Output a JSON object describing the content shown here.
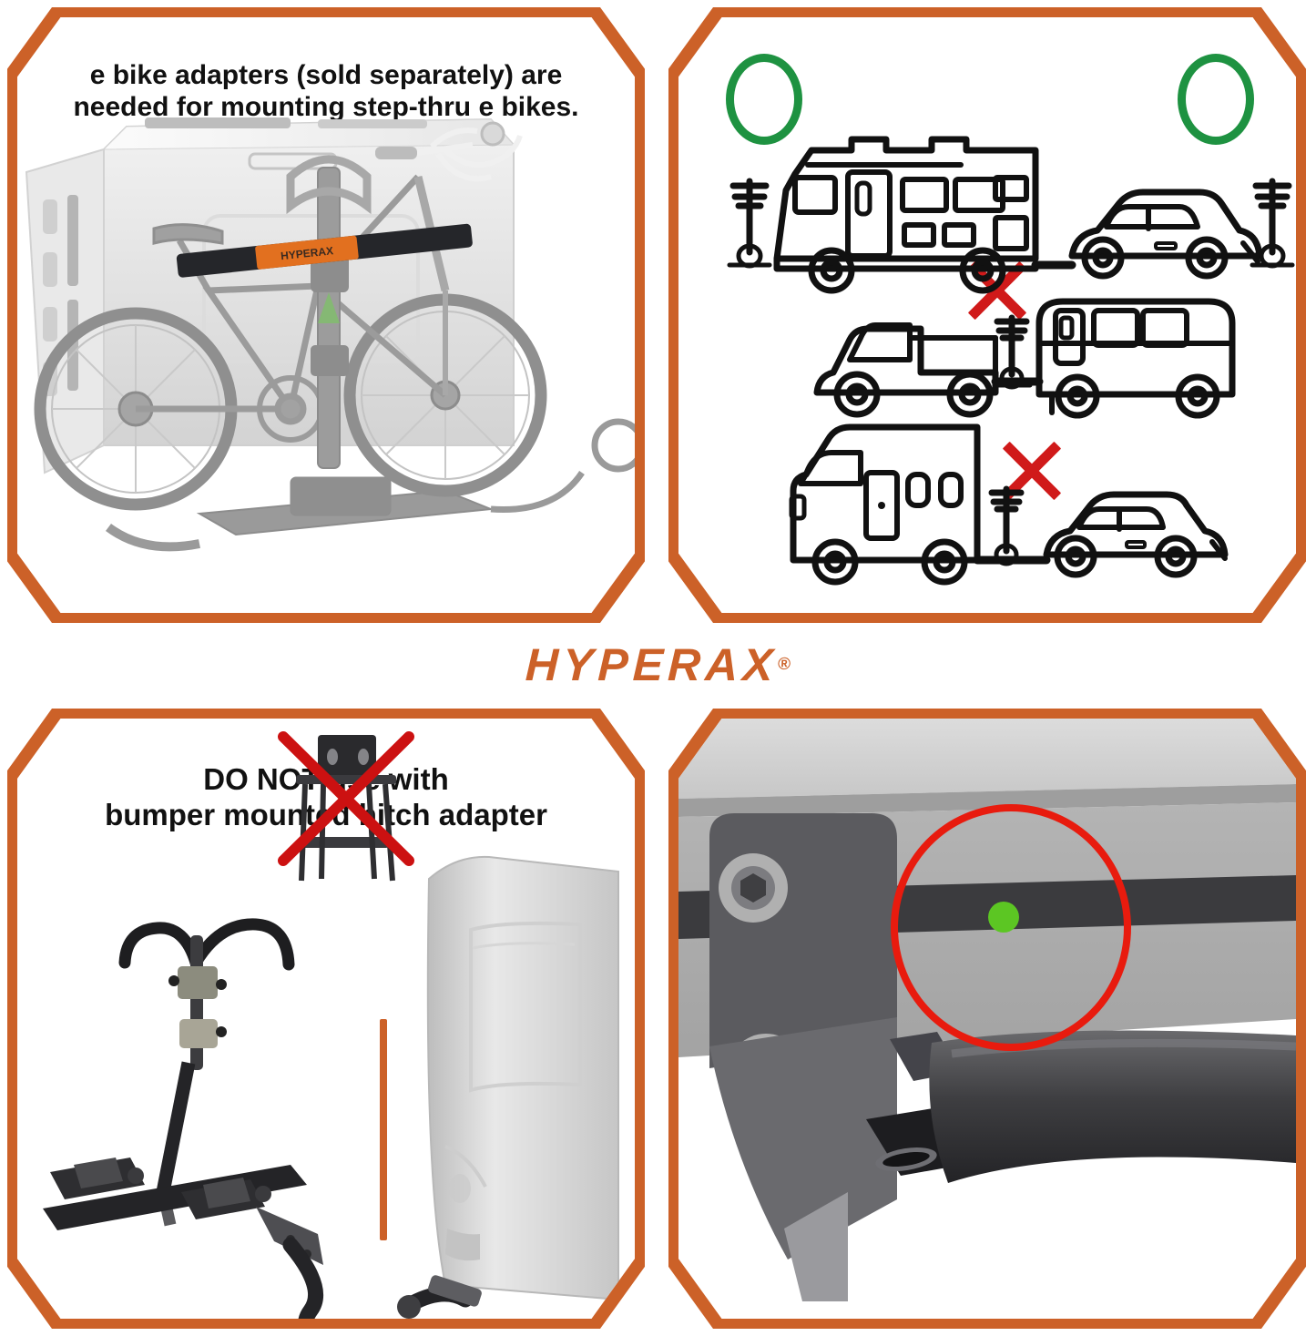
{
  "brand": {
    "name": "HYPERAX",
    "trademark": "®"
  },
  "panels": {
    "top_left": {
      "name": "ebike-adapter-panel",
      "caption": "e bike adapters (sold separately) are needed for mounting step-thru e bikes.",
      "caption_line1": "e bike adapters (sold separately) are",
      "caption_line2": "needed for mounting step-thru e bikes.",
      "scene": "mountain-bike-on-hitch-rack-behind-rv",
      "adapter_bar_label": "HYPERAX",
      "border_color": "#CC6128"
    },
    "top_right": {
      "name": "towing-compatibility-panel",
      "scene": "towing-configuration-diagrams",
      "rows": [
        {
          "label": "rv-towing-car",
          "verdict": "allowed",
          "mark": "green-circle",
          "vehicles": [
            "motorhome-rv",
            "towed-car"
          ],
          "bike_racks": 2
        },
        {
          "label": "pickup-towing-travel-trailer",
          "verdict": "not-allowed",
          "mark": "red-x",
          "vehicles": [
            "pickup-truck",
            "travel-trailer"
          ],
          "bike_racks": 1
        },
        {
          "label": "camper-van-towing-car",
          "verdict": "not-allowed",
          "mark": "red-x",
          "vehicles": [
            "class-c-camper",
            "towed-car"
          ],
          "bike_racks": 1
        }
      ],
      "ok_color": "#1E9241",
      "x_color": "#D01A1A",
      "border_color": "#CC6128"
    },
    "bottom_left": {
      "name": "bumper-hitch-warning-panel",
      "caption": "DO NOT use with bumper mounted hitch adapter",
      "caption_line1": "DO NOT use with",
      "caption_line2": "bumper mounted hitch adapter",
      "scene": "bike-rack-with-crossed-out-bumper-adapter",
      "crossed_item": "bumper-mounted-hitch-adapter",
      "x_color": "#CC1111",
      "divider_color": "#CC6128",
      "border_color": "#CC6128"
    },
    "bottom_right": {
      "name": "hitch-receiver-detail-panel",
      "scene": "hitch-receiver-closeup-with-highlight",
      "highlight_ring_color": "#E81B0E",
      "highlight_dot_color": "#5CC623",
      "border_color": "#CC6128"
    }
  }
}
